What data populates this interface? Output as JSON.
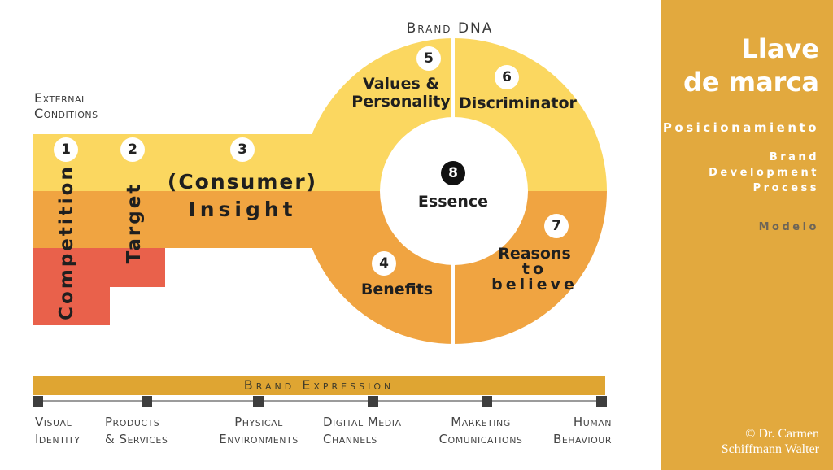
{
  "external_conditions": {
    "line1": "External",
    "line2": "Conditions"
  },
  "brand_dna_label": "Brand DNA",
  "key_sections": {
    "competition": {
      "num": "1",
      "label": "Competition"
    },
    "target": {
      "num": "2",
      "label": "Target"
    },
    "insight": {
      "num": "3",
      "line1": "(Consumer)",
      "line2": "Insight"
    },
    "benefits": {
      "num": "4",
      "label": "Benefits"
    },
    "values": {
      "num": "5",
      "line1": "Values &",
      "line2": "Personality"
    },
    "discriminator": {
      "num": "6",
      "label": "Discriminator"
    },
    "reasons": {
      "num": "7",
      "line1": "Reasons",
      "line2": "to",
      "line3": "believe"
    },
    "essence": {
      "num": "8",
      "label": "Essence"
    }
  },
  "brand_expression": {
    "title": "Brand Expression",
    "items": [
      {
        "line1": "Visual",
        "line2": "Identity"
      },
      {
        "line1": "Products",
        "line2": "& Services"
      },
      {
        "line1": "Physical",
        "line2": "Environments"
      },
      {
        "line1": "Digital Media",
        "line2": "Channels"
      },
      {
        "line1": "Marketing",
        "line2": "Comunications"
      },
      {
        "line1": "Human",
        "line2": "Behaviour"
      }
    ]
  },
  "sidebar": {
    "title_line1": "Llave",
    "title_line2": "de marca",
    "subtitle": "Posicionamiento",
    "process_line1": "Brand",
    "process_line2": "Development",
    "process_line3": "Process",
    "modelo": "Modelo",
    "credit_line1": "© Dr. Carmen",
    "credit_line2": "Schiffmann Walter"
  },
  "colors": {
    "yellow": "#FBD760",
    "orange": "#F0A441",
    "red": "#E9614B",
    "gold_bar": "#DFA532",
    "gold_sidebar": "#E2A93E",
    "dark_text": "#3A3A3A",
    "essence_circle": "#111111"
  }
}
